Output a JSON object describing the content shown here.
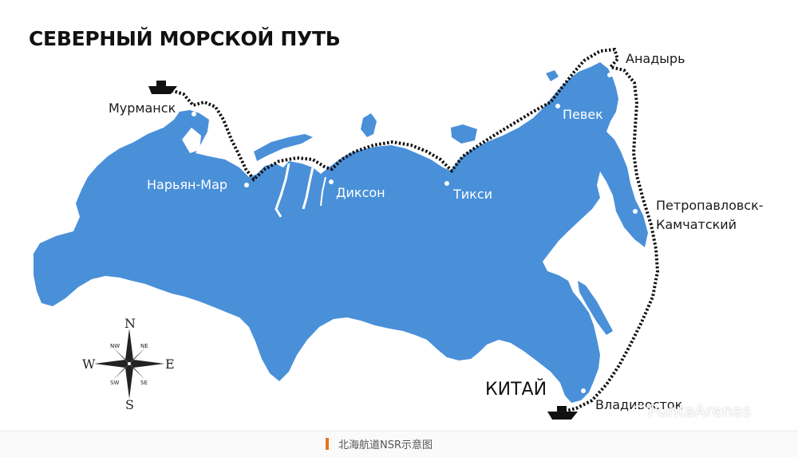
{
  "title": "СЕВЕРНЫЙ МОРСКОЙ ПУТЬ",
  "colors": {
    "land": "#4a90d9",
    "route": "#111111",
    "label_dark": "#1a1a1a",
    "label_light": "#ffffff",
    "caption_accent": "#e8711f"
  },
  "cities": {
    "murmansk": "Мурманск",
    "naryan_mar": "Нарьян-Мар",
    "dikson": "Диксон",
    "tiksi": "Тикси",
    "pevek": "Певек",
    "anadyr": "Анадырь",
    "petropavlovsk_1": "Петропавловск-",
    "petropavlovsk_2": "Камчатский",
    "vladivostok": "Владивосток"
  },
  "country_label": "КИТАЙ",
  "compass": {
    "n": "N",
    "s": "S",
    "e": "E",
    "w": "W",
    "ne": "NE",
    "nw": "NW",
    "se": "SE",
    "sw": "SW",
    "icon": "compass-rose-icon"
  },
  "watermark": "PuntaArenas",
  "caption": "北海航道NSR示意图"
}
